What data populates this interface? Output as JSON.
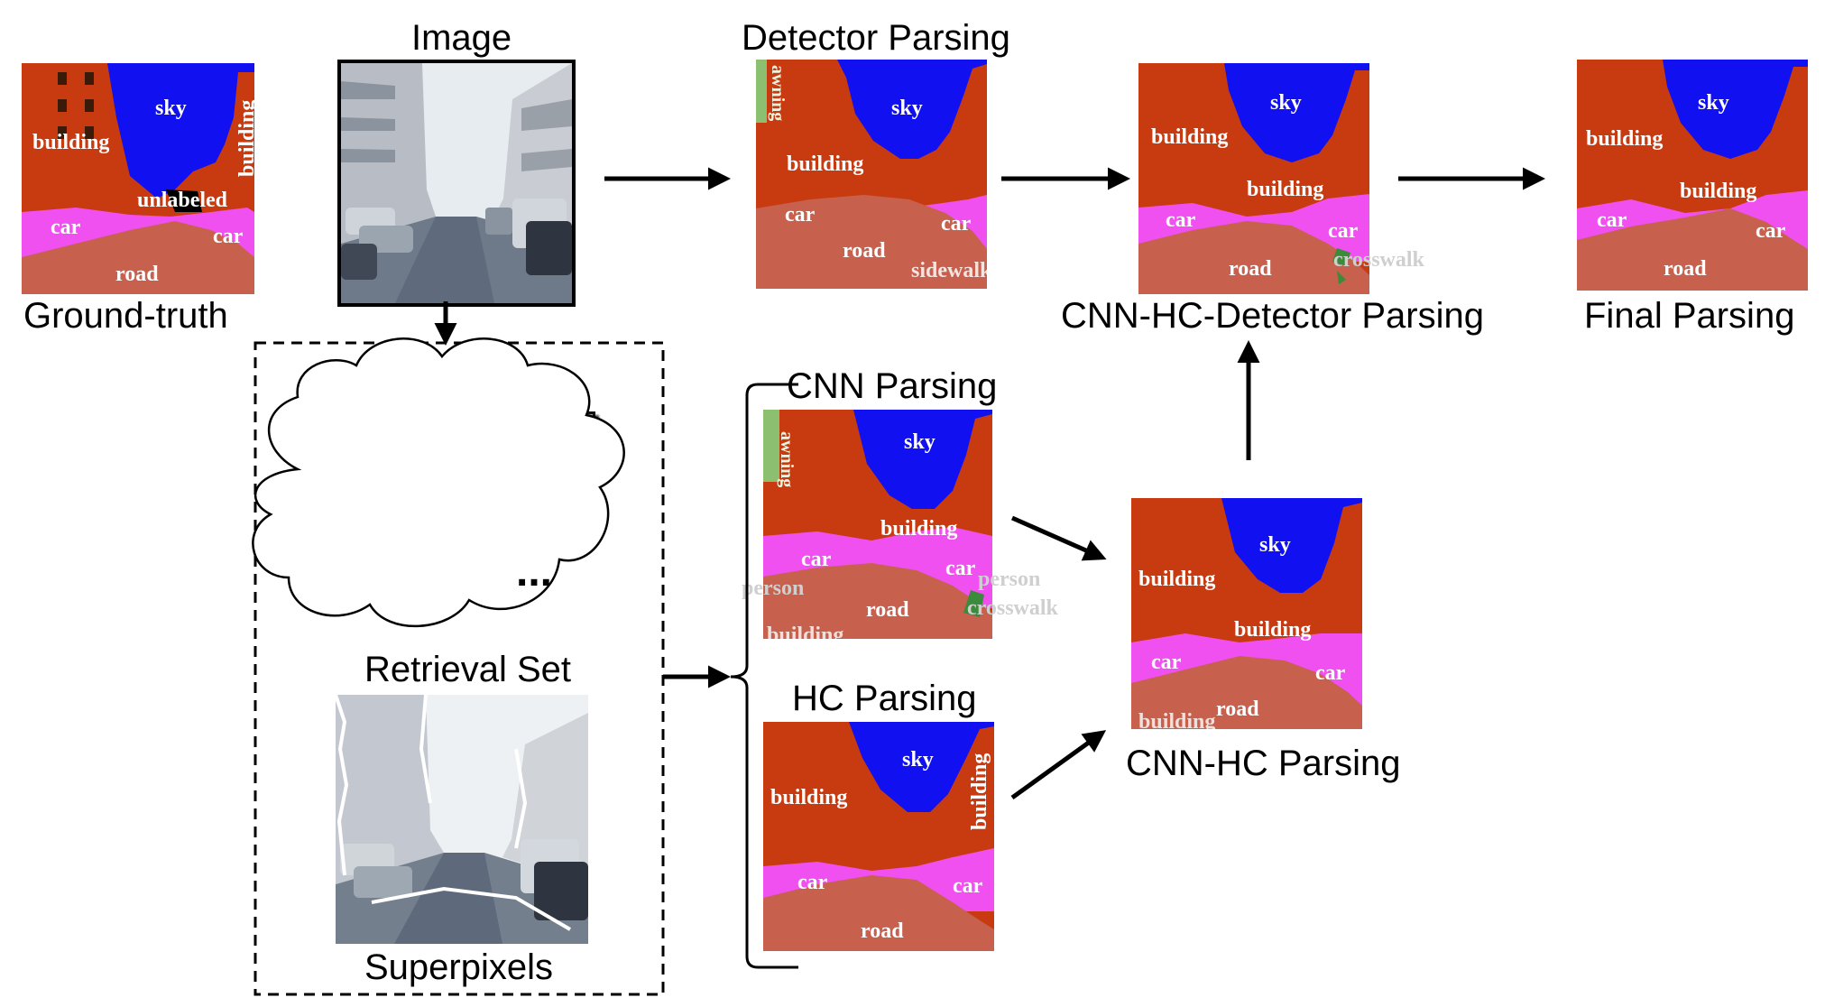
{
  "captions": {
    "image": "Image",
    "ground_truth": "Ground-truth",
    "detector_parsing": "Detector Parsing",
    "cnn_hc_detector_parsing": "CNN-HC-Detector Parsing",
    "final_parsing": "Final Parsing",
    "cnn_parsing": "CNN Parsing",
    "hc_parsing": "HC Parsing",
    "cnn_hc_parsing": "CNN-HC Parsing",
    "retrieval_set": "Retrieval Set",
    "superpixels": "Superpixels",
    "ellipsis": "..."
  },
  "labels": {
    "sky": "sky",
    "building": "building",
    "car": "car",
    "road": "road",
    "unlabeled": "unlabeled",
    "awning": "awning",
    "sidewalk": "sidewalk",
    "person": "person",
    "crosswalk": "crosswalk"
  },
  "colors": {
    "building": "#c83a10",
    "sky": "#1010f0",
    "car": "#f050f0",
    "road": "#c8604e",
    "awning": "#8cc070",
    "crosswalk": "#3c8a3c",
    "unlabeled": "#000000",
    "background": "#ffffff"
  }
}
